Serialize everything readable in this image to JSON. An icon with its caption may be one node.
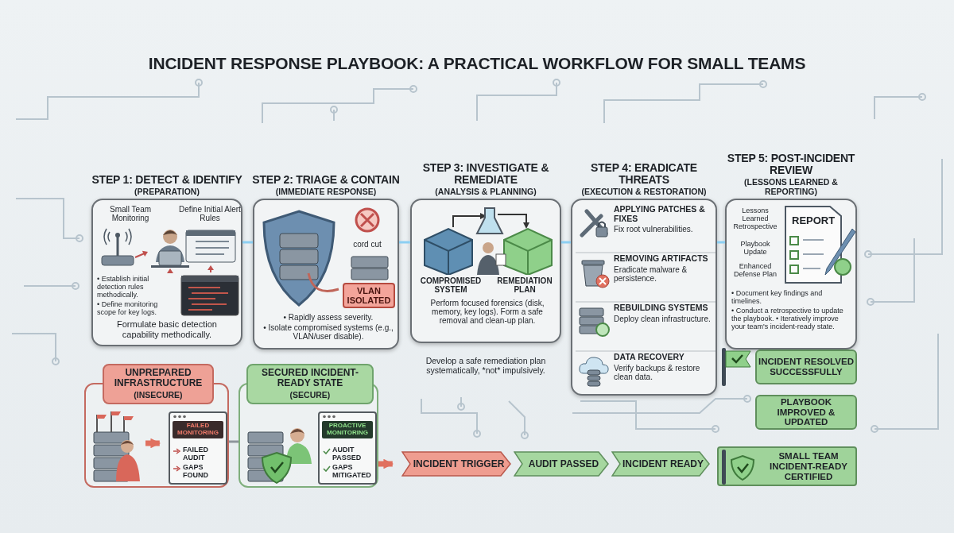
{
  "diagram": {
    "title": "INCIDENT RESPONSE PLAYBOOK: A PRACTICAL WORKFLOW FOR SMALL TEAMS",
    "nodes": [
      {
        "text": [
          "STEP 1: DETECT & IDENTIFY",
          "(PREPARATION)",
          "Small Team Monitoring",
          "Define Initial Alert Rules",
          "• Establish initial detection rules methodically.",
          "• Define monitoring scope for key logs.",
          "Formulate basic detection capability methodically."
        ]
      },
      {
        "text": [
          "STEP 2: TRIAGE & CONTAIN",
          "(IMMEDIATE RESPONSE)",
          "cord cut",
          "VLAN ISOLATED",
          "• Rapidly assess severity.",
          "• Isolate compromised systems (e.g., VLAN/user disable)."
        ]
      },
      {
        "text": [
          "STEP 3: INVESTIGATE & REMEDIATE",
          "(ANALYSIS & PLANNING)",
          "COMPROMISED SYSTEM",
          "REMEDIATION PLAN",
          "Perform focused forensics (disk, memory, key logs). Form a safe removal and clean-up plan."
        ],
        "beside": [
          "Develop a safe remediation plan systematically, *not* impulsively."
        ]
      },
      {
        "text": [
          "STEP 4: ERADICATE THREATS",
          "(EXECUTION & RESTORATION)",
          "APPLYING PATCHES & FIXES",
          "Fix root vulnerabilities.",
          "REMOVING ARTIFACTS",
          "Eradicate malware & persistence.",
          "REBUILDING SYSTEMS",
          "Deploy clean infrastructure.",
          "DATA RECOVERY",
          "Verify backups & restore clean data."
        ]
      },
      {
        "text": [
          "STEP 5: POST-INCIDENT REVIEW",
          "(LESSONS LEARNED & REPORTING)",
          "Lessons Learned Retrospective",
          "REPORT",
          "Playbook Update",
          "Enhanced Defense Plan",
          "• Document key findings and timelines.",
          "• Conduct a retrospective to update the playbook. • Iteratively improve your team's incident-ready state."
        ]
      },
      {
        "text": [
          "UNPREPARED INFRASTRUCTURE",
          "(INSECURE)"
        ]
      },
      {
        "text": [
          "FAILED MONITORING",
          "FAILED AUDIT",
          "GAPS FOUND"
        ],
        "in": 5
      },
      {
        "text": [
          "SECURED INCIDENT-READY STATE",
          "(SECURE)"
        ]
      },
      {
        "text": [
          "PROACTIVE MONITORING",
          "AUDIT PASSED",
          "GAPS MITIGATED"
        ],
        "in": 7
      },
      {
        "text": [
          "INCIDENT TRIGGER"
        ]
      },
      {
        "text": [
          "AUDIT PASSED"
        ]
      },
      {
        "text": [
          "INCIDENT READY"
        ]
      },
      {
        "text": [
          "INCIDENT RESOLVED SUCCESSFULLY"
        ]
      },
      {
        "text": [
          "PLAYBOOK IMPROVED & UPDATED"
        ]
      },
      {
        "text": [
          "SMALL TEAM INCIDENT-READY CERTIFIED"
        ]
      }
    ],
    "edges": [
      {
        "from": 0,
        "to": 1,
        "arrow": "none"
      },
      {
        "from": 1,
        "to": 2,
        "arrow": "none"
      },
      {
        "from": 2,
        "to": 3,
        "arrow": "none"
      },
      {
        "from": 3,
        "to": 4,
        "arrow": "none"
      },
      {
        "from": 5,
        "to": 7,
        "arrow": "none",
        "color": "#8e959b"
      },
      {
        "from": 7,
        "to": 9,
        "arrow": "to",
        "style": "thick",
        "color": "#e0705f"
      },
      {
        "from": null,
        "to": 6,
        "arrow": "to",
        "style": "thick",
        "color": "#e0705f"
      }
    ]
  }
}
